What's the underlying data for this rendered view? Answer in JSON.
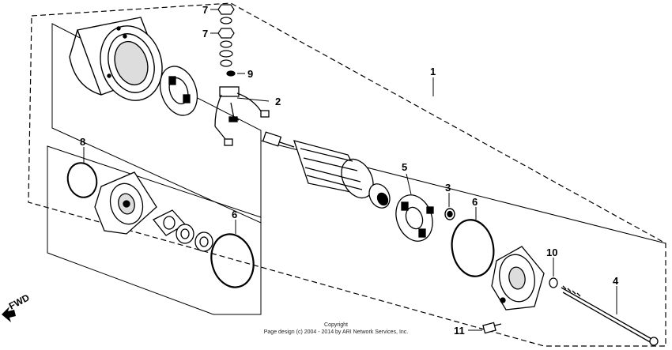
{
  "callouts": {
    "c7a": "7",
    "c7b": "7",
    "c9": "9",
    "c2": "2",
    "c1": "1",
    "c8": "8",
    "c6a": "6",
    "c5": "5",
    "c3": "3",
    "c6b": "6",
    "c10": "10",
    "c4": "4",
    "c11": "11"
  },
  "direction_label": "FWD",
  "copyright": {
    "line1": "Copyright",
    "line2": "Page design (c) 2004 - 2014 by ARI Network Services, Inc."
  },
  "colors": {
    "ink": "#000000",
    "paper": "#ffffff"
  }
}
